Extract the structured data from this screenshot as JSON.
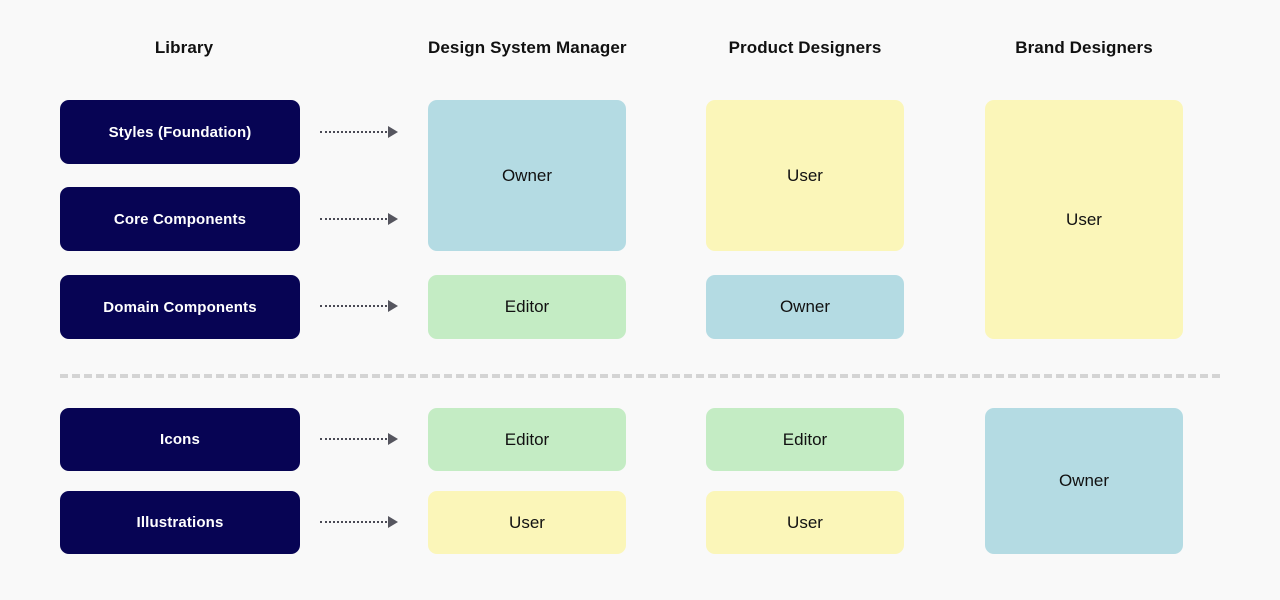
{
  "columns": [
    {
      "id": "library",
      "label": "Library"
    },
    {
      "id": "dsm",
      "label": "Design System Manager"
    },
    {
      "id": "product",
      "label": "Product Designers"
    },
    {
      "id": "brand",
      "label": "Brand Designers"
    }
  ],
  "colors": {
    "background": "#f9f9f9",
    "library_navy": "#070454",
    "owner_blue": "#b4dbe3",
    "editor_green": "#c4ecc4",
    "user_yellow": "#fbf6b9",
    "arrow": "#56565f",
    "divider": "#d4d4d4",
    "text_dark": "#111111",
    "text_light": "#ffffff"
  },
  "sections": [
    {
      "id": "components-section",
      "library_rows": [
        {
          "id": "styles-foundation",
          "label": "Styles (Foundation)"
        },
        {
          "id": "core-components",
          "label": "Core Components"
        },
        {
          "id": "domain-components",
          "label": "Domain Components"
        }
      ],
      "roles": {
        "dsm": [
          {
            "id": "dsm-owner-styles-core",
            "label": "Owner",
            "color": "blue"
          },
          {
            "id": "dsm-editor-domain",
            "label": "Editor",
            "color": "green"
          }
        ],
        "product": [
          {
            "id": "product-user-styles-core",
            "label": "User",
            "color": "yellow"
          },
          {
            "id": "product-owner-domain",
            "label": "Owner",
            "color": "blue"
          }
        ],
        "brand": [
          {
            "id": "brand-user-all",
            "label": "User",
            "color": "yellow"
          }
        ]
      }
    },
    {
      "id": "assets-section",
      "library_rows": [
        {
          "id": "icons",
          "label": "Icons"
        },
        {
          "id": "illustrations",
          "label": "Illustrations"
        }
      ],
      "roles": {
        "dsm": [
          {
            "id": "dsm-editor-icons",
            "label": "Editor",
            "color": "green"
          },
          {
            "id": "dsm-user-illustrations",
            "label": "User",
            "color": "yellow"
          }
        ],
        "product": [
          {
            "id": "product-editor-icons",
            "label": "Editor",
            "color": "green"
          },
          {
            "id": "product-user-illustrations",
            "label": "User",
            "color": "yellow"
          }
        ],
        "brand": [
          {
            "id": "brand-owner-assets",
            "label": "Owner",
            "color": "blue"
          }
        ]
      }
    }
  ],
  "connectors": [
    {
      "id": "connector-styles-foundation"
    },
    {
      "id": "connector-core-components"
    },
    {
      "id": "connector-domain-components"
    },
    {
      "id": "connector-icons"
    },
    {
      "id": "connector-illustrations"
    }
  ],
  "divider": {
    "id": "section-divider",
    "style": "dashed"
  }
}
